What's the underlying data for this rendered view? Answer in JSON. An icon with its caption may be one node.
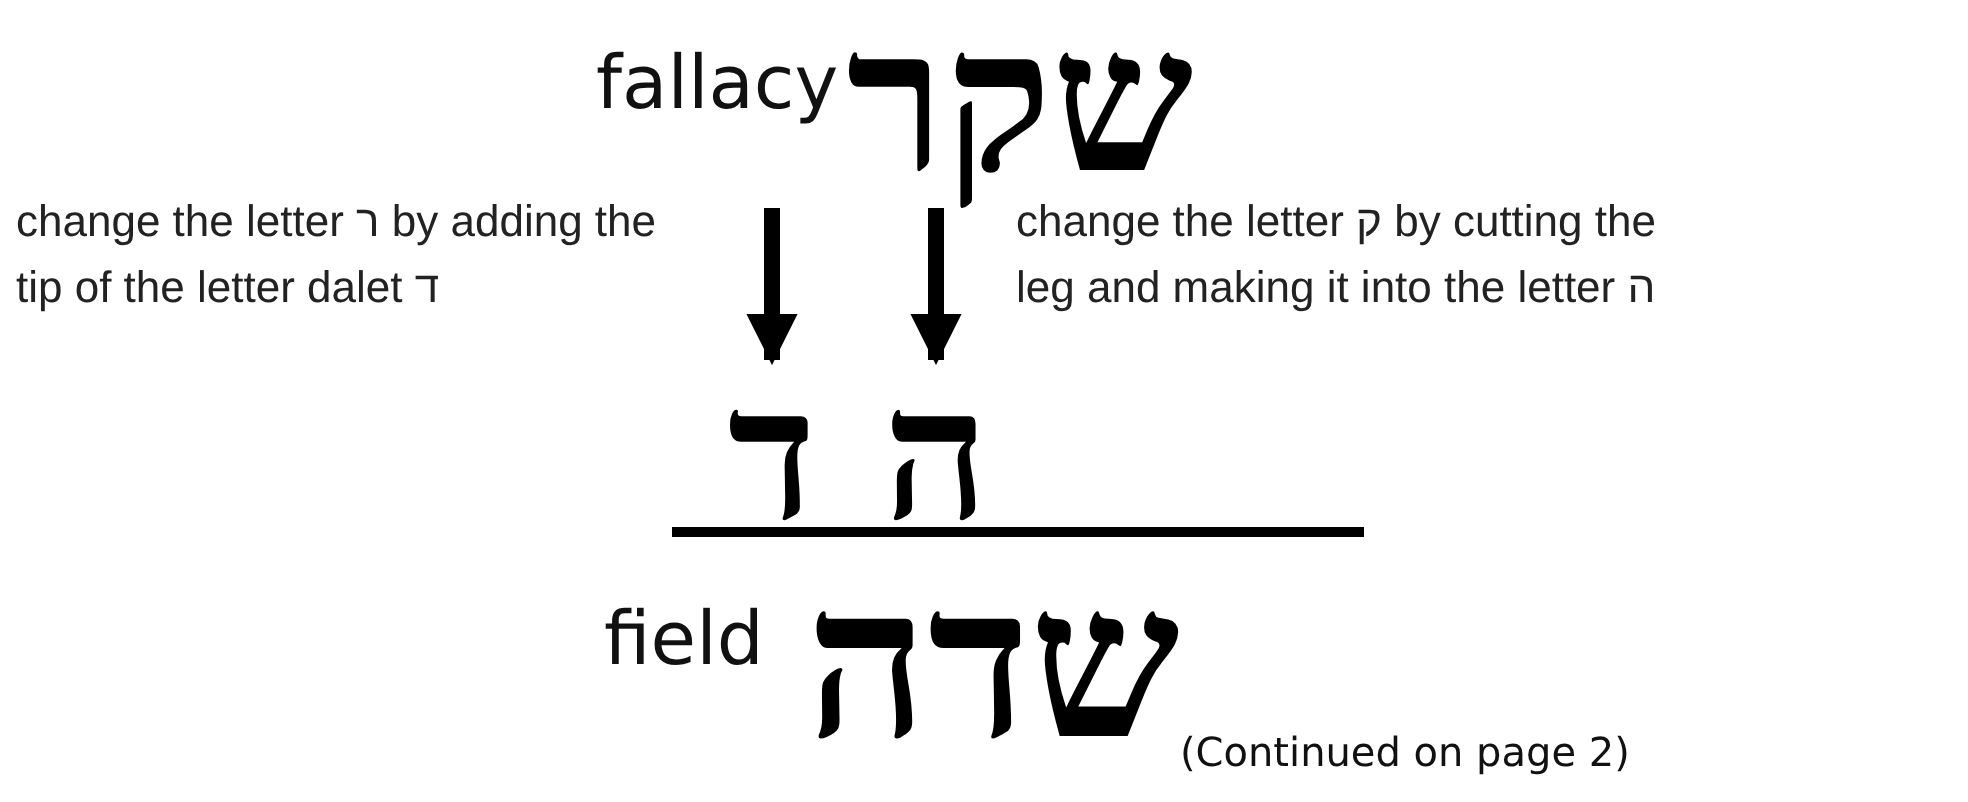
{
  "diagram": {
    "nodes": [
      {
        "text": [
          "שקר"
        ],
        "beside": [
          "fallacy"
        ]
      },
      {
        "text": [
          "ד"
        ]
      },
      {
        "text": [
          "ה"
        ]
      },
      {
        "text": [
          "שדה"
        ],
        "beside": [
          "field"
        ]
      }
    ],
    "edges": [
      {
        "from": 0,
        "to": 1,
        "arrow": "to",
        "label": "change the letter ר by adding the tip of the letter dalet ד"
      },
      {
        "from": 0,
        "to": 2,
        "arrow": "to",
        "label": "change the letter ק by cutting the leg and making it into the letter ה"
      }
    ],
    "labels": [
      "(Continued on page 2)"
    ]
  }
}
